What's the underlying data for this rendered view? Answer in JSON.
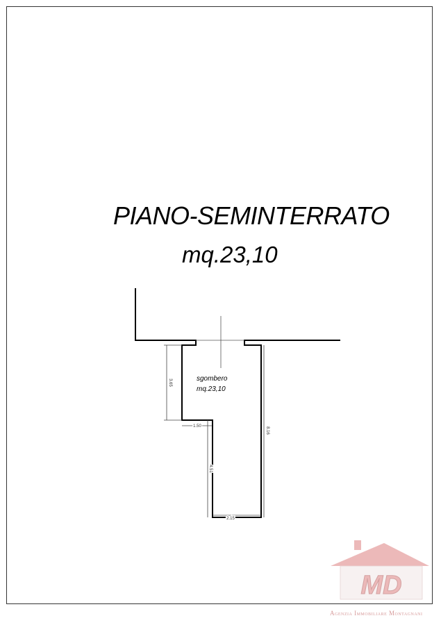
{
  "plan": {
    "title": "PIANO-SEMINTERRATO",
    "area": "mq.23,10",
    "room": {
      "name": "sgombero",
      "area": "mq.23,10"
    },
    "dimensions": {
      "left_height": "3.65",
      "step_width": "1.50",
      "lower_height": "4.51",
      "bottom_width": "2.15",
      "total_height": "8.16"
    }
  },
  "logo": {
    "letters": "MD",
    "agency": "Agenzia Immobiliare Montagnani",
    "color": "#e8a8a8"
  }
}
